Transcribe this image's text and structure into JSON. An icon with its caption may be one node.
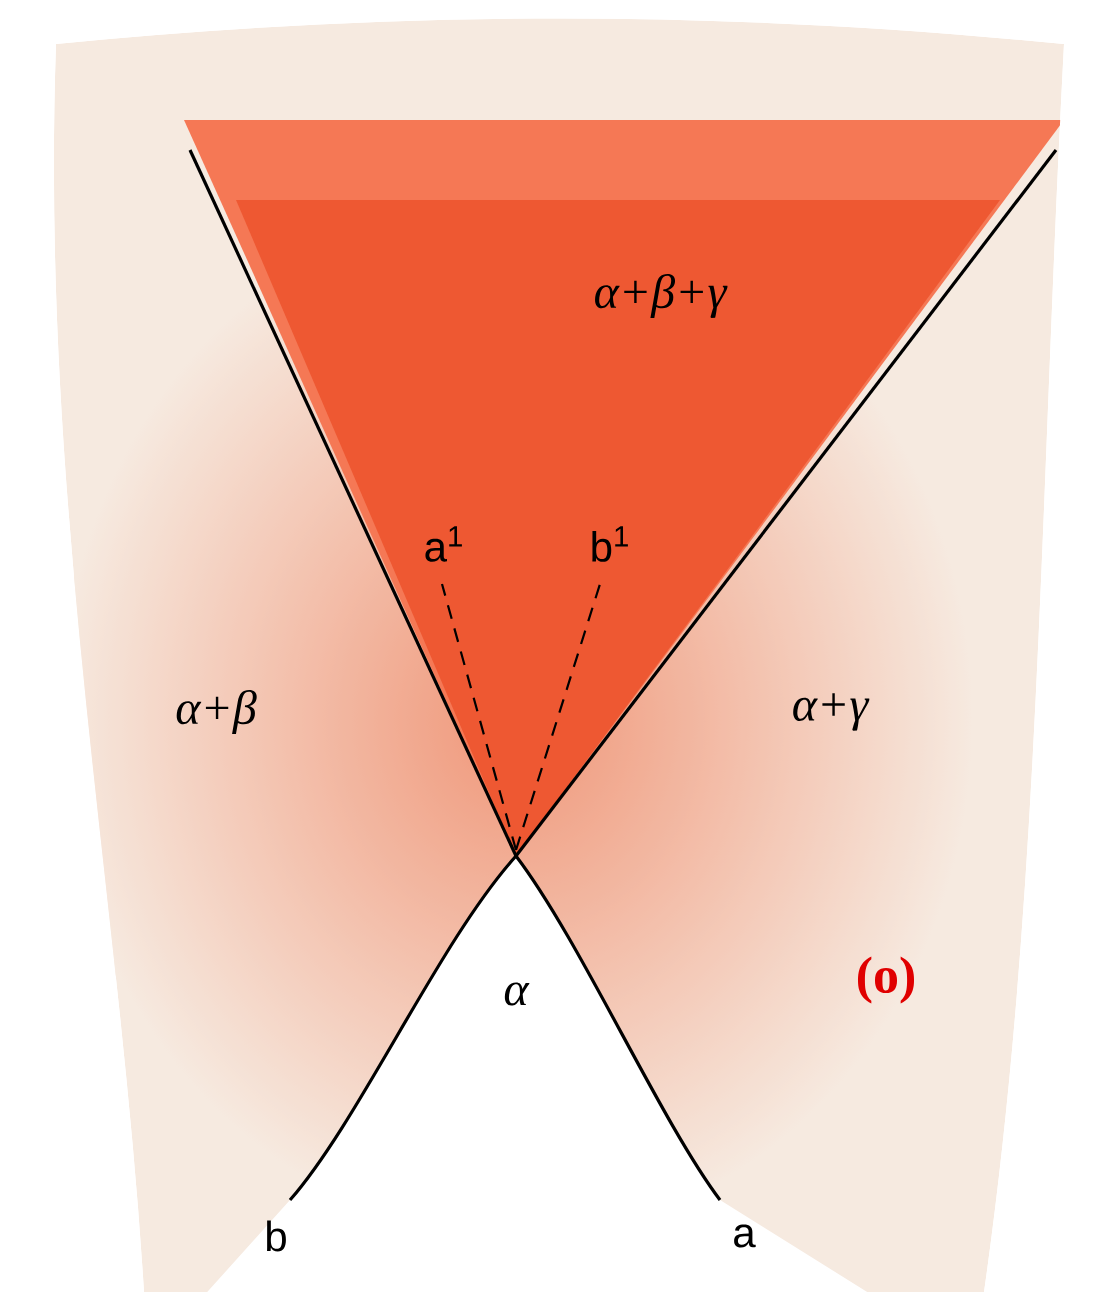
{
  "diagram": {
    "labels": [
      "α+β+γ",
      "a$^{1}$",
      "b$^{1}$",
      "α+β",
      "α+γ",
      "α",
      "(o)",
      "b",
      "a"
    ]
  }
}
